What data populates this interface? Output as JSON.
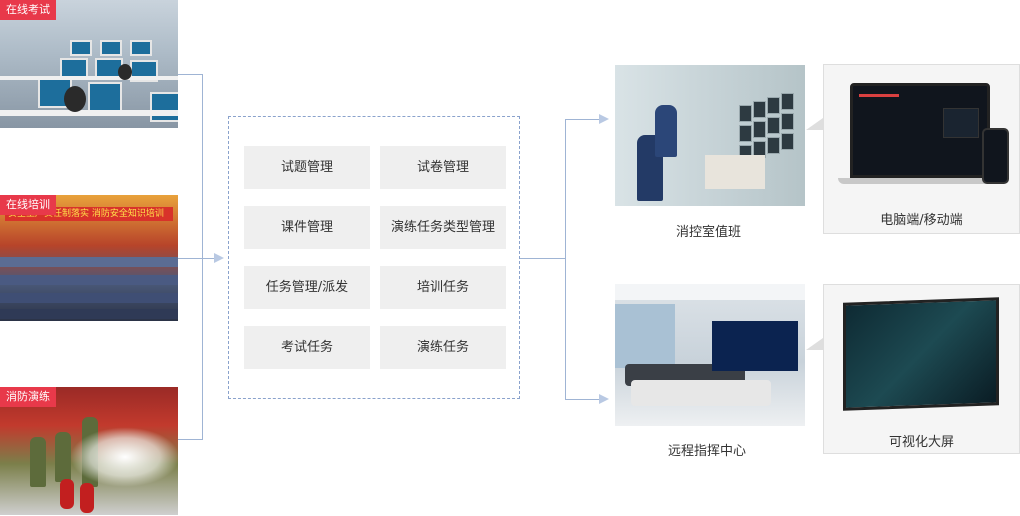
{
  "left_photos": [
    {
      "tag": "在线考试"
    },
    {
      "tag": "在线培训",
      "banner": "安全生产责任制落实 消防安全知识培训"
    },
    {
      "tag": "消防演练"
    }
  ],
  "modules": [
    "试题管理",
    "试卷管理",
    "课件管理",
    "演练任务类型管理",
    "任务管理/派发",
    "培训任务",
    "考试任务",
    "演练任务"
  ],
  "outputs": {
    "fire_control_room": "消控室值班",
    "command_center": "远程指挥中心",
    "pc_mobile": "电脑端/移动端",
    "visual_screen": "可视化大屏"
  },
  "colors": {
    "tag_bg": "#e8394a",
    "connector": "#9fb4d4",
    "dashed_border": "#8aa2cc",
    "module_bg": "#efefef"
  }
}
